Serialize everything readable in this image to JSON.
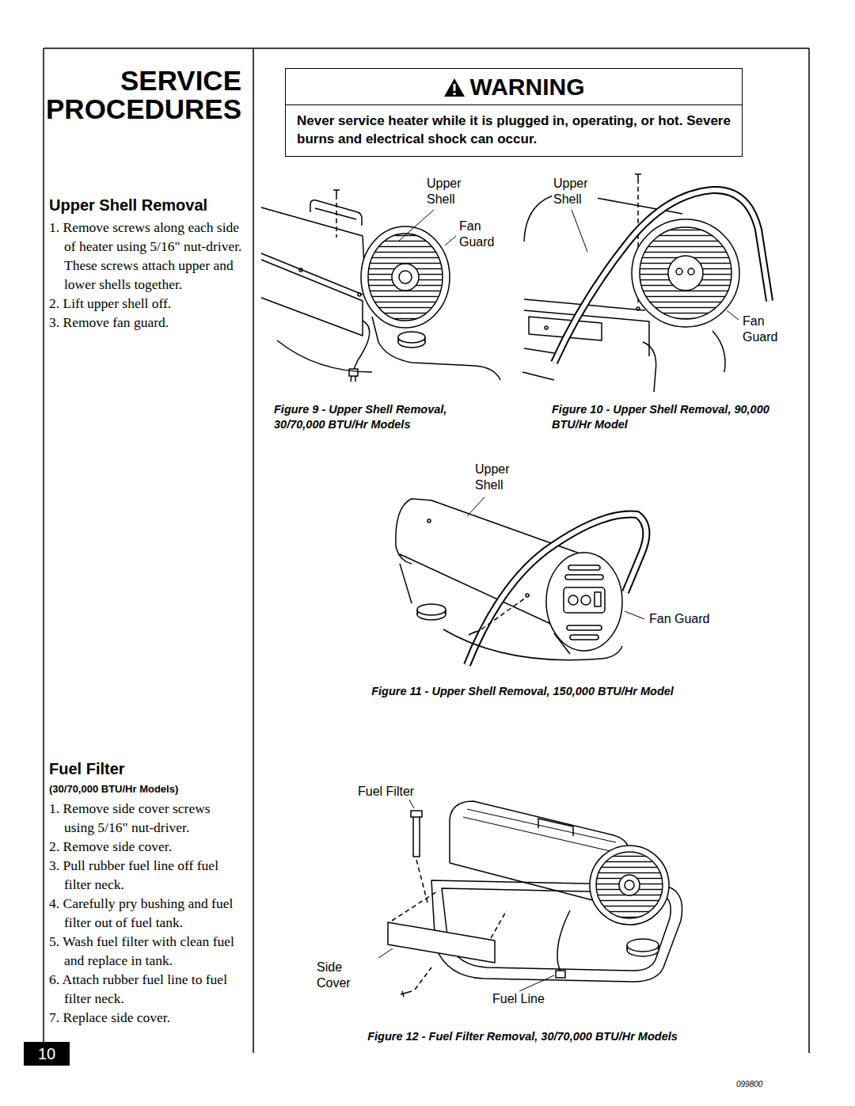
{
  "diagram": {
    "title": "SERVICE PROCEDURES",
    "nodes": [
      {
        "text": [
          "WARNING",
          "Never service heater while it is plugged in, operating, or hot. Severe burns and electrical shock can occur."
        ]
      },
      {
        "text": [
          "10"
        ]
      }
    ],
    "labels": [
      "Upper Shell Removal",
      "1. Remove screws along each side of heater using 5/16\" nut-driver. These screws attach upper and lower shells together.",
      "2. Lift upper shell off.",
      "3. Remove fan guard.",
      "Upper Shell",
      "Fan Guard",
      "Upper Shell",
      "Fan Guard",
      "Figure 9 - Upper Shell Removal, 30/70,000 BTU/Hr Models",
      "Figure 10 - Upper Shell Removal, 90,000 BTU/Hr Model",
      "Upper Shell",
      "Fan Guard",
      "Figure 11 - Upper Shell Removal, 150,000 BTU/Hr Model",
      "Fuel Filter",
      "(30/70,000 BTU/Hr Models)",
      "1. Remove side cover screws using 5/16\" nut-driver.",
      "2. Remove side cover.",
      "3. Pull rubber fuel line off fuel filter neck.",
      "4. Carefully pry bushing and fuel filter out of fuel tank.",
      "5. Wash fuel filter with clean fuel and replace in tank.",
      "6. Attach rubber fuel line to fuel filter neck.",
      "7. Replace side cover.",
      "Fuel Filter",
      "Side Cover",
      "Fuel Line",
      "Figure 12 - Fuel Filter Removal, 30/70,000 BTU/Hr Models",
      "099800"
    ]
  }
}
